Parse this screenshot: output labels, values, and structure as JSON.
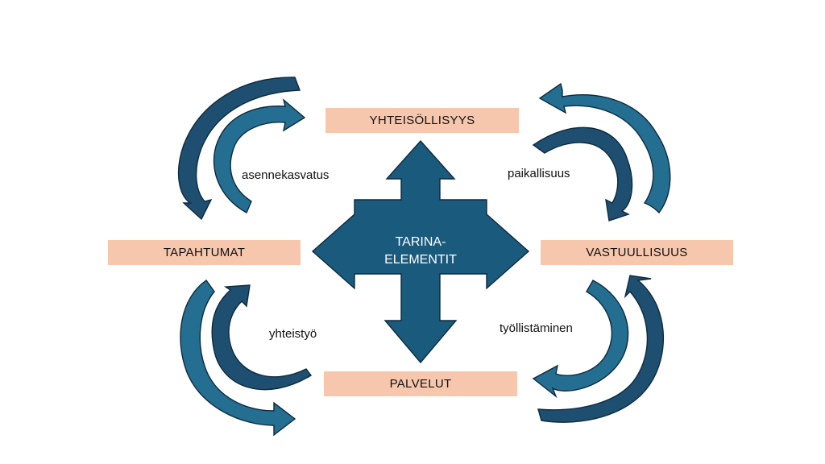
{
  "center": {
    "line1": "TARINA-",
    "line2": "ELEMENTIT"
  },
  "boxes": {
    "top": "YHTEISÖLLISYYS",
    "left": "TAPAHTUMAT",
    "right": "VASTUULLISUUS",
    "bottom": "PALVELUT"
  },
  "links": {
    "top_left": "asennekasvatus",
    "top_right": "paikallisuus",
    "bottom_left": "yhteistyö",
    "bottom_right": "työllistäminen"
  },
  "colors": {
    "box_fill": "#f6c7ad",
    "arrow_outer": "#1f4e6f",
    "arrow_inner": "#246f91",
    "center_fill": "#1a5a7d"
  }
}
